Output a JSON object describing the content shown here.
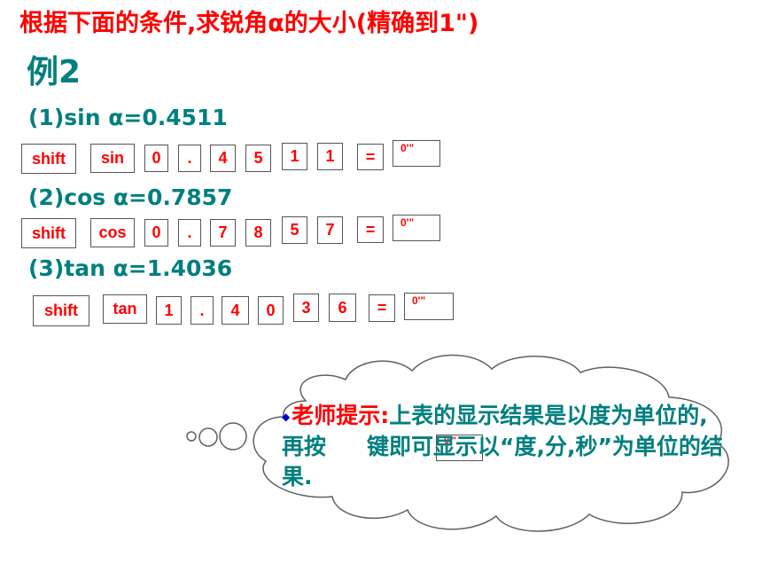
{
  "title": "根据下面的条件,求锐角α的大小(精确到1\")",
  "example": "例2",
  "problems": [
    {
      "label": "(1)sin α=0.4511",
      "keys": [
        "shift",
        "sin",
        "0",
        ".",
        "4",
        "5",
        "1",
        "1",
        "=",
        "0'\""
      ]
    },
    {
      "label": "(2)cos α=0.7857",
      "keys": [
        "shift",
        "cos",
        "0",
        ".",
        "7",
        "8",
        "5",
        "7",
        "=",
        "0'\""
      ]
    },
    {
      "label": "(3)tan α=1.4036",
      "keys": [
        "shift",
        "tan",
        "1",
        ".",
        "4",
        "0",
        "3",
        "6",
        "=",
        "0'\""
      ]
    }
  ],
  "tip": {
    "label": "老师提示:",
    "text_1": "上表的显示结果是以度为单位的,再按",
    "text_2": "键即可显示以“度,分,秒”为单位的结果.",
    "key": "0'\""
  },
  "colors": {
    "title": "#ff0000",
    "text": "#007f7f",
    "key_text": "#ff0000"
  }
}
